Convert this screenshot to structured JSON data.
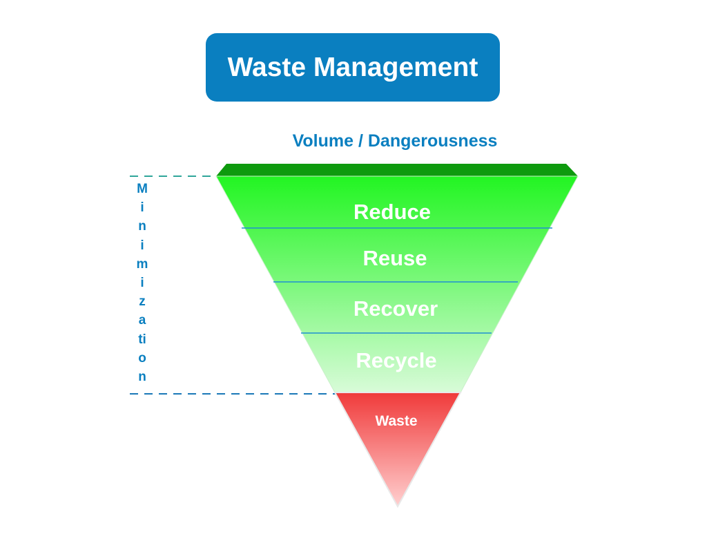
{
  "title": "Waste Management",
  "subtitle": "Volume / Dangerousness",
  "side_label": {
    "text": "Minimization",
    "letters": [
      "M",
      "i",
      "n",
      "i",
      "m",
      "i",
      "z",
      "a",
      "ti",
      "o",
      "n"
    ]
  },
  "levels": [
    "Reduce",
    "Reuse",
    "Recover",
    "Recycle"
  ],
  "bottom_level": "Waste",
  "colors": {
    "title_bg": "#0a7fc0",
    "text_blue": "#0a7fc0",
    "green_top": "#22f522",
    "green_bottom": "#d8fbd8",
    "green_cap": "#0e9a0e",
    "red_top": "#f03a3a",
    "red_bottom": "#ffcccc",
    "divider": "#1f8fd1",
    "guide": "#2fa59a"
  }
}
